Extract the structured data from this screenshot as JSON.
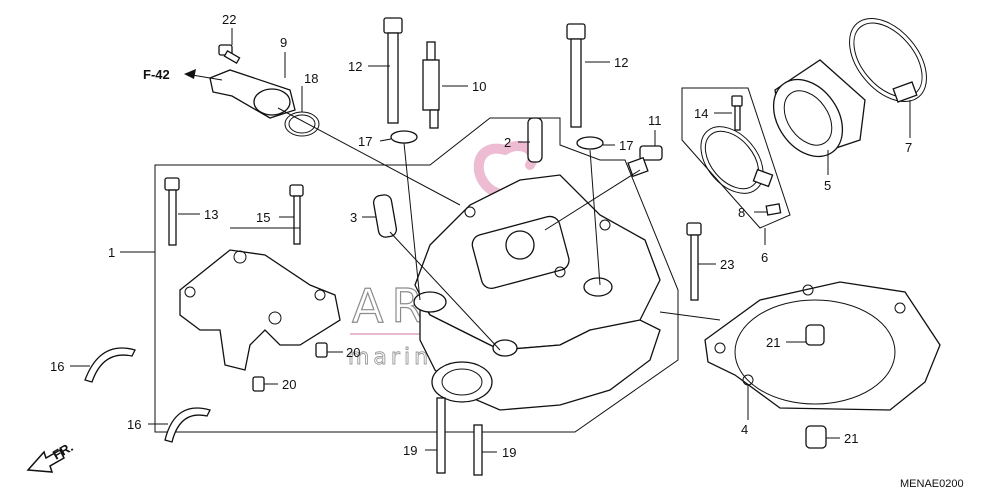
{
  "diagram": {
    "drawing_code": "MENAE0200",
    "reference": "F-42",
    "front_label": "FR.",
    "watermark": {
      "line1": "ARMADA",
      "line2": "marine outboards"
    }
  },
  "callouts": [
    {
      "id": "c1",
      "text": "1"
    },
    {
      "id": "c2",
      "text": "2"
    },
    {
      "id": "c3",
      "text": "3"
    },
    {
      "id": "c4",
      "text": "4"
    },
    {
      "id": "c5",
      "text": "5"
    },
    {
      "id": "c6",
      "text": "6"
    },
    {
      "id": "c7",
      "text": "7"
    },
    {
      "id": "c8",
      "text": "8"
    },
    {
      "id": "c9",
      "text": "9"
    },
    {
      "id": "c10",
      "text": "10"
    },
    {
      "id": "c11",
      "text": "11"
    },
    {
      "id": "c12a",
      "text": "12"
    },
    {
      "id": "c12b",
      "text": "12"
    },
    {
      "id": "c13",
      "text": "13"
    },
    {
      "id": "c14",
      "text": "14"
    },
    {
      "id": "c15",
      "text": "15"
    },
    {
      "id": "c16a",
      "text": "16"
    },
    {
      "id": "c16b",
      "text": "16"
    },
    {
      "id": "c17a",
      "text": "17"
    },
    {
      "id": "c17b",
      "text": "17"
    },
    {
      "id": "c18",
      "text": "18"
    },
    {
      "id": "c19a",
      "text": "19"
    },
    {
      "id": "c19b",
      "text": "19"
    },
    {
      "id": "c20a",
      "text": "20"
    },
    {
      "id": "c20b",
      "text": "20"
    },
    {
      "id": "c21a",
      "text": "21"
    },
    {
      "id": "c21b",
      "text": "21"
    },
    {
      "id": "c22",
      "text": "22"
    },
    {
      "id": "c23",
      "text": "23"
    }
  ]
}
